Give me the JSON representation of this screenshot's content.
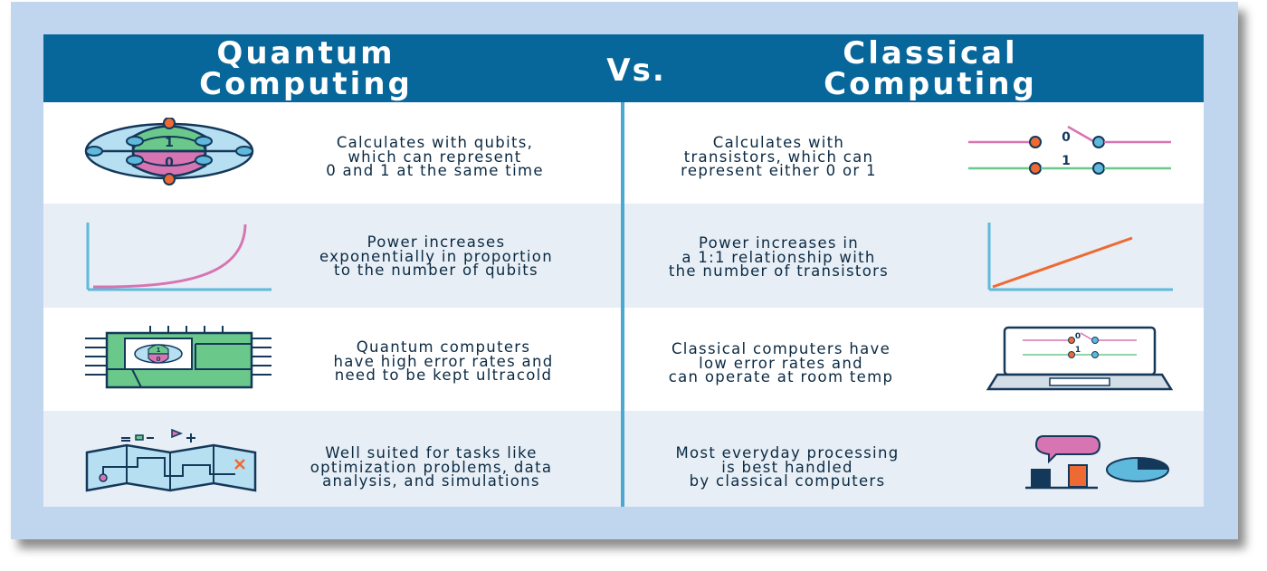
{
  "header": {
    "left_title_line1": "Quantum",
    "left_title_line2": "Computing",
    "vs": "Vs.",
    "right_title_line1": "Classical",
    "right_title_line2": "Computing"
  },
  "rows": [
    {
      "quantum": [
        "Calculates with qubits,",
        "which can represent",
        "0 and 1 at the same time"
      ],
      "classical": [
        "Calculates with",
        "transistors, which can",
        "represent either 0 or 1"
      ],
      "quantum_icon": "qubit-sphere-icon",
      "classical_icon": "transistor-switch-icon",
      "quantum_icon_labels": [
        "1",
        "0"
      ],
      "classical_icon_labels": [
        "0",
        "1"
      ]
    },
    {
      "quantum": [
        "Power increases",
        "exponentially in proportion",
        "to the number of qubits"
      ],
      "classical": [
        "Power increases in",
        "a 1:1 relationship with",
        "the number of transistors"
      ],
      "quantum_icon": "exponential-curve-icon",
      "classical_icon": "linear-line-icon"
    },
    {
      "quantum": [
        "Quantum computers",
        "have high error rates and",
        "need to be kept ultracold"
      ],
      "classical": [
        "Classical computers have",
        "low error rates and",
        "can operate at room temp"
      ],
      "quantum_icon": "quantum-chip-icon",
      "classical_icon": "laptop-icon",
      "quantum_icon_labels": [
        "1",
        "0"
      ],
      "classical_icon_labels": [
        "0",
        "1"
      ]
    },
    {
      "quantum": [
        "Well suited for tasks like",
        "optimization problems, data",
        "analysis, and simulations"
      ],
      "classical": [
        "Most everyday processing",
        "is best handled",
        "by classical computers"
      ],
      "quantum_icon": "optimization-map-icon",
      "classical_icon": "charts-and-chat-icon"
    }
  ],
  "colors": {
    "frame": "#bfd6ee",
    "header": "#07679a",
    "divider": "#4ba9cf",
    "row_alt": "#e7eef5",
    "text": "#0b2a43",
    "pink": "#d774b2",
    "green": "#6bc88b",
    "orange": "#ef6a32",
    "teal": "#5fb9dc",
    "navy": "#14385a"
  }
}
